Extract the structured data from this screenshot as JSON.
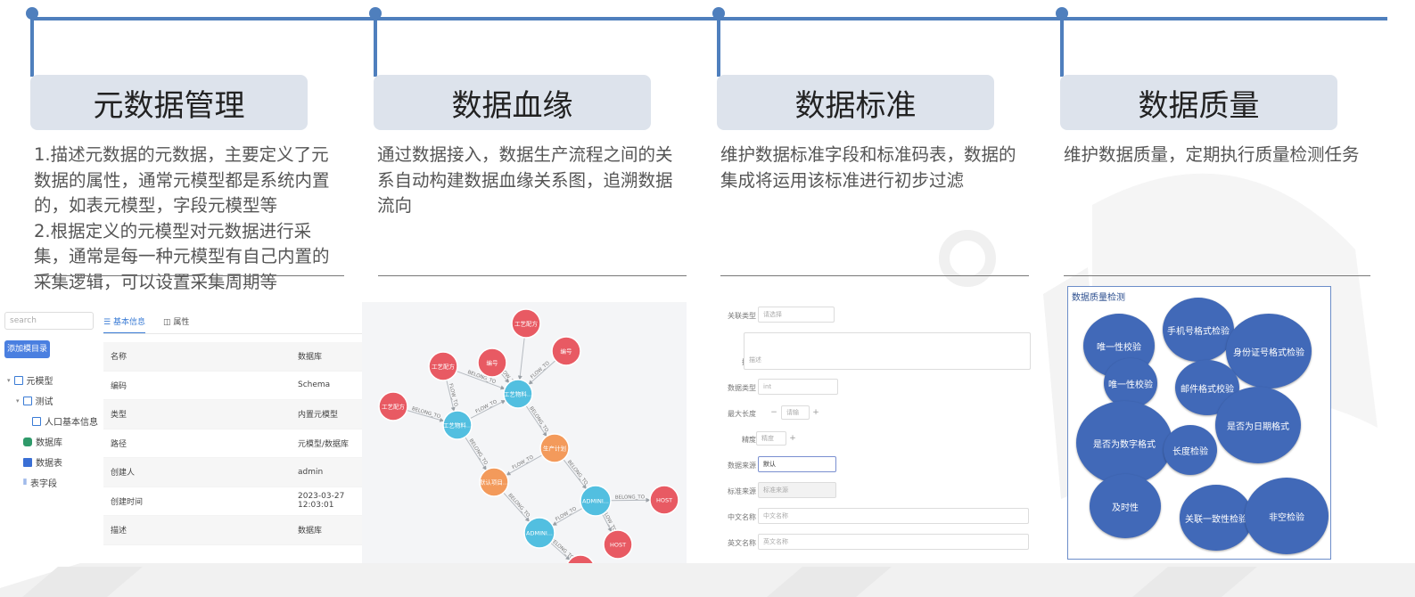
{
  "colors": {
    "accent": "#4f7fbd",
    "card_bg": "#dde3ec",
    "node_red": "#e85a63",
    "node_cyan": "#52bfe0",
    "node_orange": "#f39a5b",
    "bubble_blue": "#4169b8"
  },
  "sections": [
    {
      "title": "元数据管理",
      "desc": "1.描述元数据的元数据，主要定义了元数据的属性，通常元模型都是系统内置的，如表元模型，字段元模型等\n2.根据定义的元模型对元数据进行采集，通常是每一种元模型有自己内置的采集逻辑，可以设置采集周期等"
    },
    {
      "title": "数据血缘",
      "desc": "通过数据接入，数据生产流程之间的关系自动构建数据血缘关系图，追溯数据流向"
    },
    {
      "title": "数据标准",
      "desc": "维护数据标准字段和标准码表，数据的集成将运用该标准进行初步过滤"
    },
    {
      "title": "数据质量",
      "desc": "维护数据质量，定期执行质量检测任务"
    }
  ],
  "metadata_panel": {
    "search_placeholder": "search",
    "add_button": "添加模目录",
    "tree": [
      "元模型",
      "测试",
      "人口基本信息",
      "数据库",
      "数据表",
      "表字段"
    ],
    "tabs": [
      "基本信息",
      "属性"
    ],
    "rows": [
      {
        "key": "名称",
        "value": "数据库"
      },
      {
        "key": "编码",
        "value": "Schema"
      },
      {
        "key": "类型",
        "value": "内置元模型"
      },
      {
        "key": "路径",
        "value": "元模型/数据库"
      },
      {
        "key": "创建人",
        "value": "admin"
      },
      {
        "key": "创建时间",
        "value": "2023-03-27 12:03:01"
      },
      {
        "key": "描述",
        "value": "数据库"
      }
    ]
  },
  "lineage_graph": {
    "nodes": [
      {
        "id": "n1",
        "label": "工艺配方",
        "kind": "red"
      },
      {
        "id": "n2",
        "label": "编号",
        "kind": "red"
      },
      {
        "id": "n3",
        "label": "编号",
        "kind": "red"
      },
      {
        "id": "n4",
        "label": "工艺配方",
        "kind": "red"
      },
      {
        "id": "n5",
        "label": "工艺物料...",
        "kind": "cyan"
      },
      {
        "id": "n6",
        "label": "工艺配方",
        "kind": "red"
      },
      {
        "id": "n7",
        "label": "工艺物料...",
        "kind": "cyan"
      },
      {
        "id": "n8",
        "label": "生产计划",
        "kind": "orange"
      },
      {
        "id": "n9",
        "label": "默认项目...",
        "kind": "orange"
      },
      {
        "id": "n10",
        "label": "ADMINI...",
        "kind": "cyan"
      },
      {
        "id": "n11",
        "label": "HOST",
        "kind": "red"
      },
      {
        "id": "n12",
        "label": "ADMINI...",
        "kind": "cyan"
      },
      {
        "id": "n13",
        "label": "HOST",
        "kind": "red"
      },
      {
        "id": "n14",
        "label": "",
        "kind": "red"
      }
    ],
    "edges": [
      {
        "from": "n1",
        "to": "n5",
        "label": ""
      },
      {
        "from": "n2",
        "to": "n5",
        "label": "FLOW_TO"
      },
      {
        "from": "n3",
        "to": "n5",
        "label": "FLOW_TO"
      },
      {
        "from": "n4",
        "to": "n5",
        "label": "BELONG_TO"
      },
      {
        "from": "n6",
        "to": "n7",
        "label": "BELONG_TO"
      },
      {
        "from": "n4",
        "to": "n7",
        "label": "FLOW_TO"
      },
      {
        "from": "n7",
        "to": "n5",
        "label": "FLOW_TO"
      },
      {
        "from": "n5",
        "to": "n8",
        "label": "BELONG_TO"
      },
      {
        "from": "n7",
        "to": "n9",
        "label": "BELONG_TO"
      },
      {
        "from": "n8",
        "to": "n9",
        "label": "FLOW_TO"
      },
      {
        "from": "n8",
        "to": "n10",
        "label": "BELONG_TO"
      },
      {
        "from": "n9",
        "to": "n12",
        "label": "BELONG_TO"
      },
      {
        "from": "n10",
        "to": "n11",
        "label": "BELONG_TO"
      },
      {
        "from": "n10",
        "to": "n12",
        "label": "FLOW_TO"
      },
      {
        "from": "n10",
        "to": "n13",
        "label": "FLOW_TO"
      },
      {
        "from": "n12",
        "to": "n14",
        "label": "BELONG_TO"
      }
    ]
  },
  "standard_form": {
    "fields": [
      {
        "label": "关联类型",
        "value": "请选择"
      },
      {
        "label": "描述",
        "value": "描述"
      },
      {
        "label": "数据类型",
        "value": "int"
      },
      {
        "label": "最大长度",
        "value": "请输"
      },
      {
        "label": "精度",
        "value": "精度"
      },
      {
        "label": "数据来源",
        "value": "默认"
      },
      {
        "label": "标准来源",
        "value": "标准来源"
      },
      {
        "label": "中文名称",
        "value": "中文名称"
      },
      {
        "label": "英文名称",
        "value": "英文名称"
      }
    ],
    "stepper_minus": "−",
    "stepper_plus": "+"
  },
  "quality_panel": {
    "title": "数据质量检测",
    "bubbles": [
      "唯一性校验",
      "手机号格式检验",
      "身份证号格式检验",
      "唯一性校验",
      "邮件格式校验",
      "是否为数字格式",
      "长度检验",
      "是否为日期格式",
      "及时性",
      "关联一致性检验",
      "非空检验"
    ]
  }
}
